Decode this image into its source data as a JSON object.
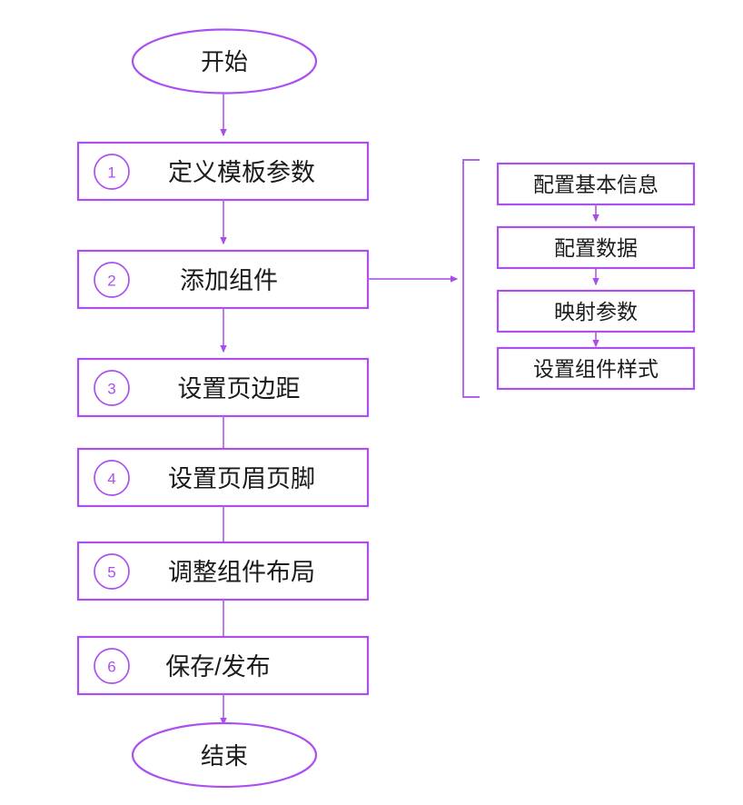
{
  "diagram": {
    "title_text": "",
    "colors": {
      "accent": "#ac4ff0",
      "edge": "#b463ee",
      "arrow": "#a94de8",
      "text": "#1b1b1b",
      "background": "#ffffff"
    },
    "start_node": {
      "label": "开始",
      "shape": "ellipse"
    },
    "end_node": {
      "label": "结束",
      "shape": "ellipse"
    },
    "steps": [
      {
        "number": "1",
        "label": "定义模板参数"
      },
      {
        "number": "2",
        "label": "添加组件"
      },
      {
        "number": "3",
        "label": "设置页边距"
      },
      {
        "number": "4",
        "label": "设置页眉页脚"
      },
      {
        "number": "5",
        "label": "调整组件布局"
      },
      {
        "number": "6",
        "label": "保存/发布"
      }
    ],
    "substeps": {
      "attached_to_step": "2",
      "items": [
        {
          "label": "配置基本信息"
        },
        {
          "label": "配置数据"
        },
        {
          "label": "映射参数"
        },
        {
          "label": "设置组件样式"
        }
      ]
    }
  }
}
